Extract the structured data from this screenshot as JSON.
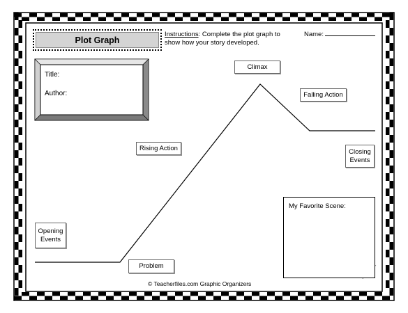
{
  "header": {
    "title": "Plot Graph",
    "instructions_label": "Instructions",
    "instructions_text": ": Complete the plot graph to show how your story developed.",
    "name_label": "Name:"
  },
  "story_info": {
    "title_label": "Title:",
    "author_label": "Author:"
  },
  "plot_labels": {
    "climax": "Climax",
    "falling_action": "Falling Action",
    "rising_action": "Rising Action",
    "closing_events_1": "Closing",
    "closing_events_2": "Events",
    "opening_events_1": "Opening",
    "opening_events_2": "Events",
    "problem": "Problem"
  },
  "scene": {
    "label": "My Favorite Scene:"
  },
  "footer": {
    "credit": "© Teacherfiles.com Graphic Organizers"
  }
}
